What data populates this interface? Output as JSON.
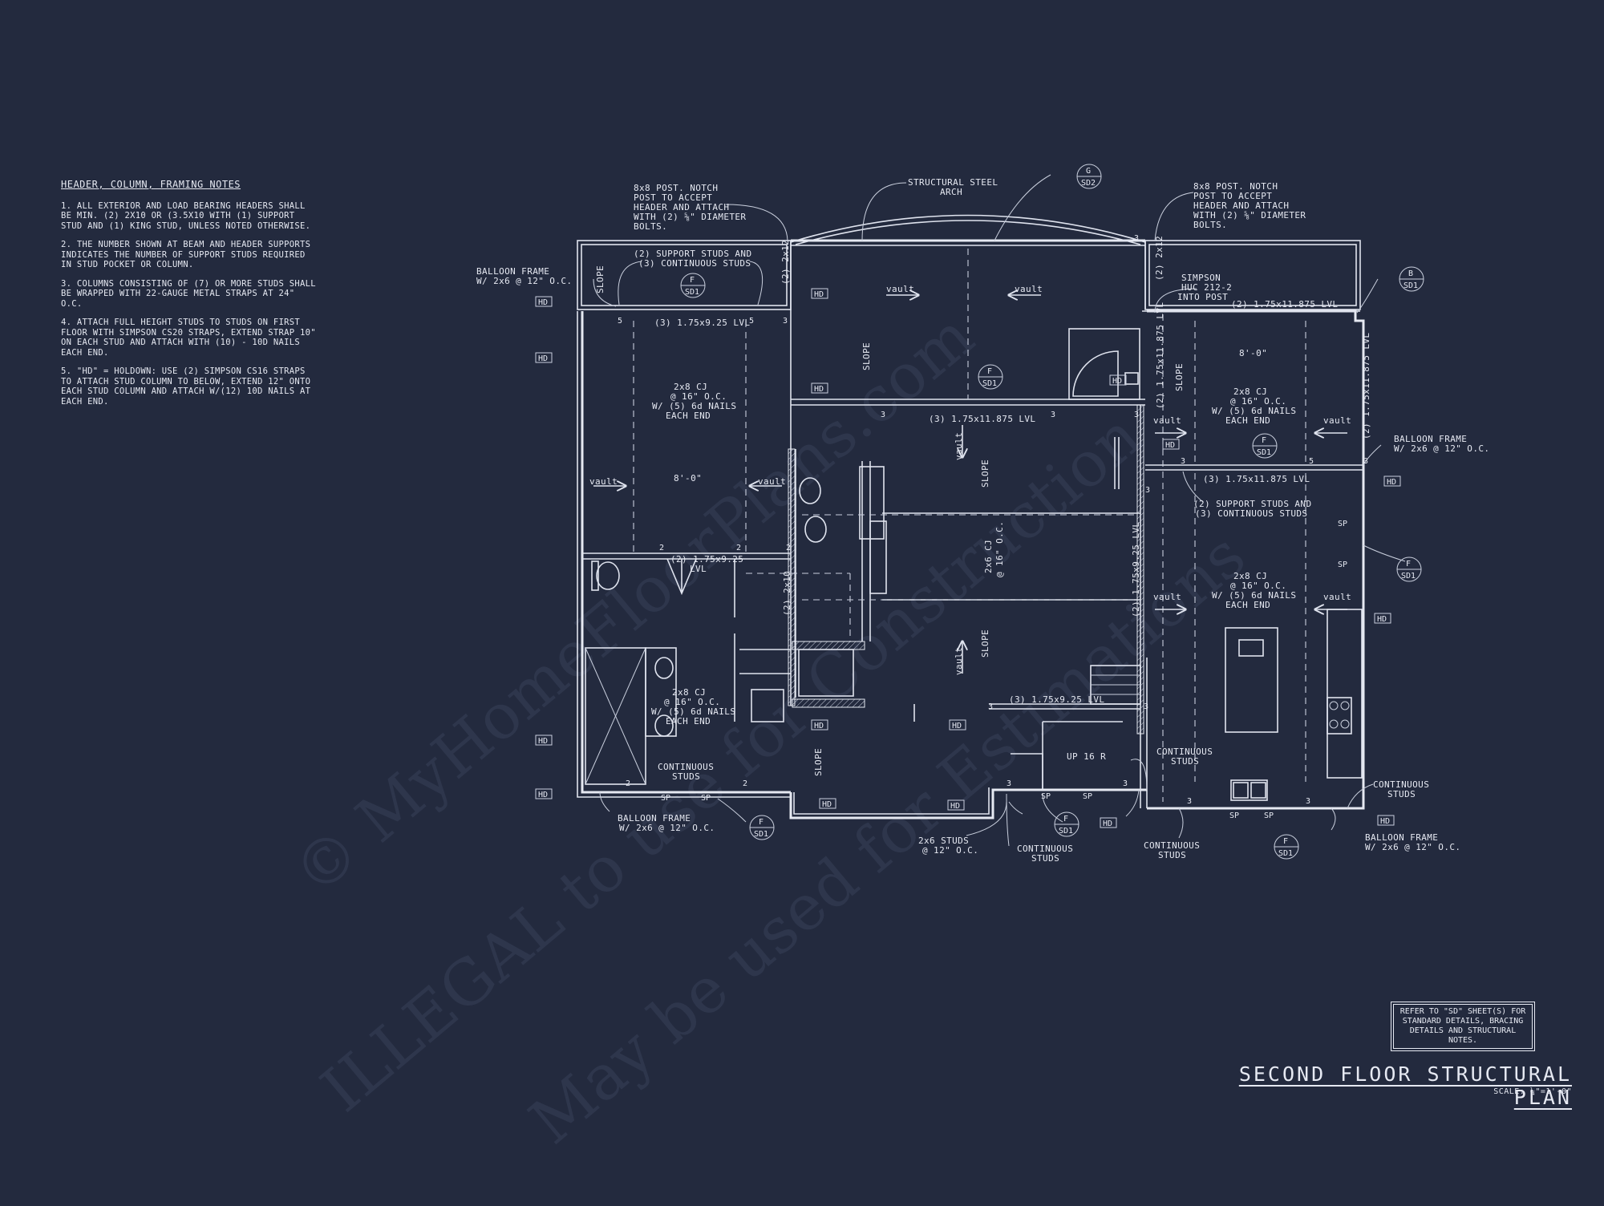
{
  "sheet": {
    "title": "SECOND FLOOR STRUCTURAL PLAN",
    "scale": "SCALE: ¼\"=1'-0\"",
    "reference_note": "REFER TO \"SD\" SHEET(S) FOR STANDARD DETAILS, BRACING DETAILS AND STRUCTURAL NOTES."
  },
  "notes": {
    "heading": "HEADER, COLUMN, FRAMING NOTES",
    "items": [
      "1. ALL EXTERIOR AND LOAD BEARING HEADERS SHALL BE MIN. (2) 2x10 OR (3.5x10 WITH (1) SUPPORT STUD AND (1) KING STUD, UNLESS NOTED OTHERWISE.",
      "2. THE NUMBER SHOWN AT BEAM AND HEADER SUPPORTS INDICATES THE NUMBER OF SUPPORT STUDS REQUIRED IN STUD POCKET OR COLUMN.",
      "3. COLUMNS CONSISTING OF (7) OR MORE STUDS SHALL BE WRAPPED WITH 22-GAUGE METAL STRAPS AT 24\" O.C.",
      "4. ATTACH FULL HEIGHT STUDS TO STUDS ON FIRST FLOOR WITH SIMPSON CS20 STRAPS, EXTEND STRAP 10\" ON EACH STUD AND ATTACH WITH (10) - 10d NAILS EACH END.",
      "5. \"HD\" = HOLDOWN: USE (2) SIMPSON CS16 STRAPS TO ATTACH STUD COLUMN TO BELOW, EXTEND 12\" ONTO EACH STUD COLUMN AND ATTACH w/(12) 10d NAILS AT EACH END."
    ]
  },
  "watermark": {
    "line1": "© MyHomeFloorPlans.com",
    "line2": "ILLEGAL to use for Construction",
    "line3": "May be used for Estimations"
  },
  "plan_labels": {
    "post_left": [
      "8x8 POST. NOTCH",
      "POST TO ACCEPT",
      "HEADER AND ATTACH",
      "WITH (2) ⅝\" DIAMETER",
      "BOLTS."
    ],
    "post_right": [
      "8x8 POST. NOTCH",
      "POST TO ACCEPT",
      "HEADER AND ATTACH",
      "WITH (2) ⅝\" DIAMETER",
      "BOLTS."
    ],
    "steel_arch": [
      "STRUCTURAL STEEL",
      "ARCH"
    ],
    "support_studs": [
      "(2) SUPPORT STUDS AND",
      "(3) CONTINUOUS STUDS"
    ],
    "balloon_frame": [
      "BALLOON FRAME",
      "W/ 2x6 @ 12\" O.C."
    ],
    "simpson": [
      "SIMPSON",
      "HUC 212-2",
      "INTO POST"
    ],
    "lvl_1": "(3) 1.75x9.25 LVL",
    "lvl_2": "(3) 1.75x11.875 LVL",
    "lvl_3": "(2) 1.75x11.875 LVL",
    "lvl_4": "(2) 1.75x9.25 LVL",
    "lvl_5": "(3) 1.75x9.25 LVL",
    "lvl_6": "(3) 1.75x11.875 LVL",
    "cj": [
      "2x8 CJ",
      "@ 16\" O.C.",
      "W/ (5) 6d NAILS",
      "EACH END"
    ],
    "cj_2x6": [
      "2x6 CJ",
      "@ 16\" O.C."
    ],
    "dim_8": "8'-0\"",
    "vault": "vault",
    "slope": "SLOPE",
    "hd": "HD",
    "sp": "SP",
    "continuous_studs": [
      "CONTINUOUS",
      "STUDS"
    ],
    "studs_2x6": [
      "2x6 STUDS",
      "@ 12\" O.C."
    ],
    "stair": "UP 16 R",
    "header_2x10": "(2) 2x10",
    "header_2x12": "(2) 2x12",
    "lvl_short": [
      "(2) 1.75x9.25",
      "LVL"
    ],
    "detail_tags": [
      {
        "letter": "G",
        "sheet": "SD2"
      },
      {
        "letter": "F",
        "sheet": "SD1"
      },
      {
        "letter": "B",
        "sheet": "SD1"
      }
    ]
  }
}
